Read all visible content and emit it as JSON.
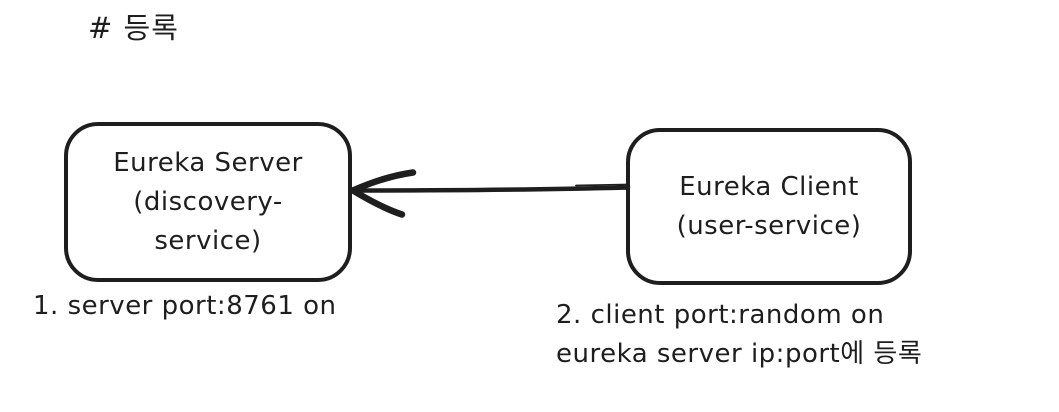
{
  "title": "# 등록",
  "colors": {
    "stroke": "#1e1e1e",
    "background": "#ffffff"
  },
  "diagram": {
    "server_box": {
      "lines": [
        "Eureka Server",
        "(discovery-",
        "service)"
      ]
    },
    "client_box": {
      "lines": [
        "Eureka Client",
        "(user-service)"
      ]
    },
    "arrow": {
      "from": "Eureka Client (user-service)",
      "to": "Eureka Server (discovery-service)",
      "direction": "left"
    },
    "notes": [
      {
        "lines": [
          "1. server port:8761 on"
        ]
      },
      {
        "lines": [
          "2. client port:random on",
          "eureka server ip:port에 등록"
        ]
      }
    ]
  }
}
